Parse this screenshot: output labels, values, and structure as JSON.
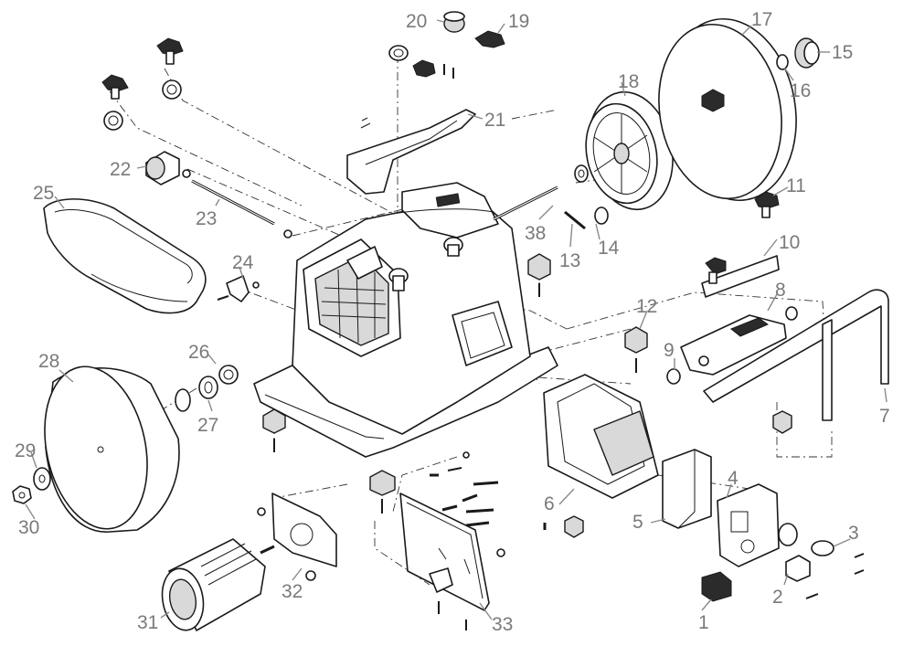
{
  "diagram": {
    "part_numbers": {
      "p1": "1",
      "p2": "2",
      "p3": "3",
      "p4": "4",
      "p5": "5",
      "p6": "6",
      "p7": "7",
      "p8": "8",
      "p9": "9",
      "p10": "10",
      "p11": "11",
      "p12": "12",
      "p13": "13",
      "p14": "14",
      "p15": "15",
      "p16": "16",
      "p17": "17",
      "p18": "18",
      "p19": "19",
      "p20": "20",
      "p21": "21",
      "p22": "22",
      "p23": "23",
      "p24": "24",
      "p25": "25",
      "p26": "26",
      "p27": "27",
      "p28": "28",
      "p29": "29",
      "p30": "30",
      "p31": "31",
      "p32": "32",
      "p33": "33",
      "p38": "38"
    }
  }
}
